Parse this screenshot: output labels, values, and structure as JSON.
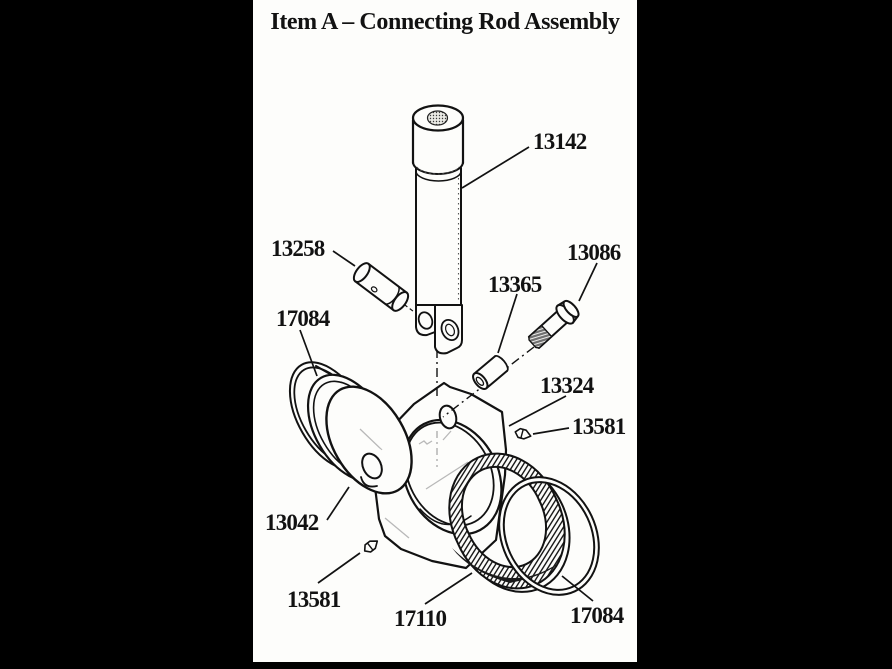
{
  "title": "Item A – Connecting Rod Assembly",
  "colors": {
    "background": "#000000",
    "paper": "#fdfdfb",
    "ink": "#121212"
  },
  "labels": {
    "c13142": "13142",
    "c13258": "13258",
    "c17084_upper_left": "17084",
    "c13086": "13086",
    "c13365": "13365",
    "c13324": "13324",
    "c13581_right": "13581",
    "c13042": "13042",
    "c13581_lower_left": "13581",
    "c17110": "17110",
    "c17084_lower_right": "17084"
  }
}
